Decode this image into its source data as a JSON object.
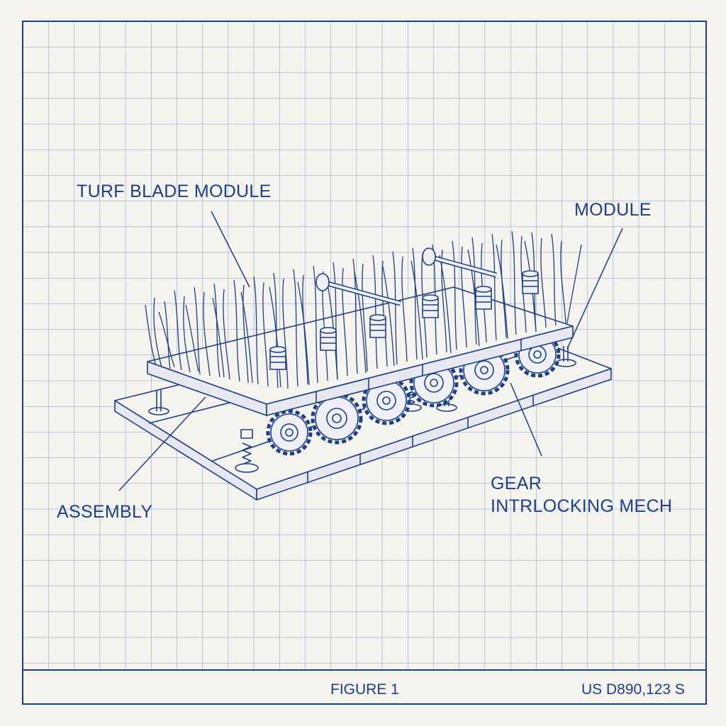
{
  "figure": {
    "labels": {
      "turf_blade_module": "TURF BLADE MODULE",
      "module": "MODULE",
      "assembly": "ASSEMBLY",
      "gear_line1": "GEAR",
      "gear_line2": "INTRLOCKING MECH"
    },
    "footer": {
      "figure_number": "FIGURE 1",
      "patent_number": "US D890,123 S"
    }
  },
  "colors": {
    "ink": "#1d3f86",
    "grid": "#6b86c4",
    "paper": "#f4f3ee"
  }
}
